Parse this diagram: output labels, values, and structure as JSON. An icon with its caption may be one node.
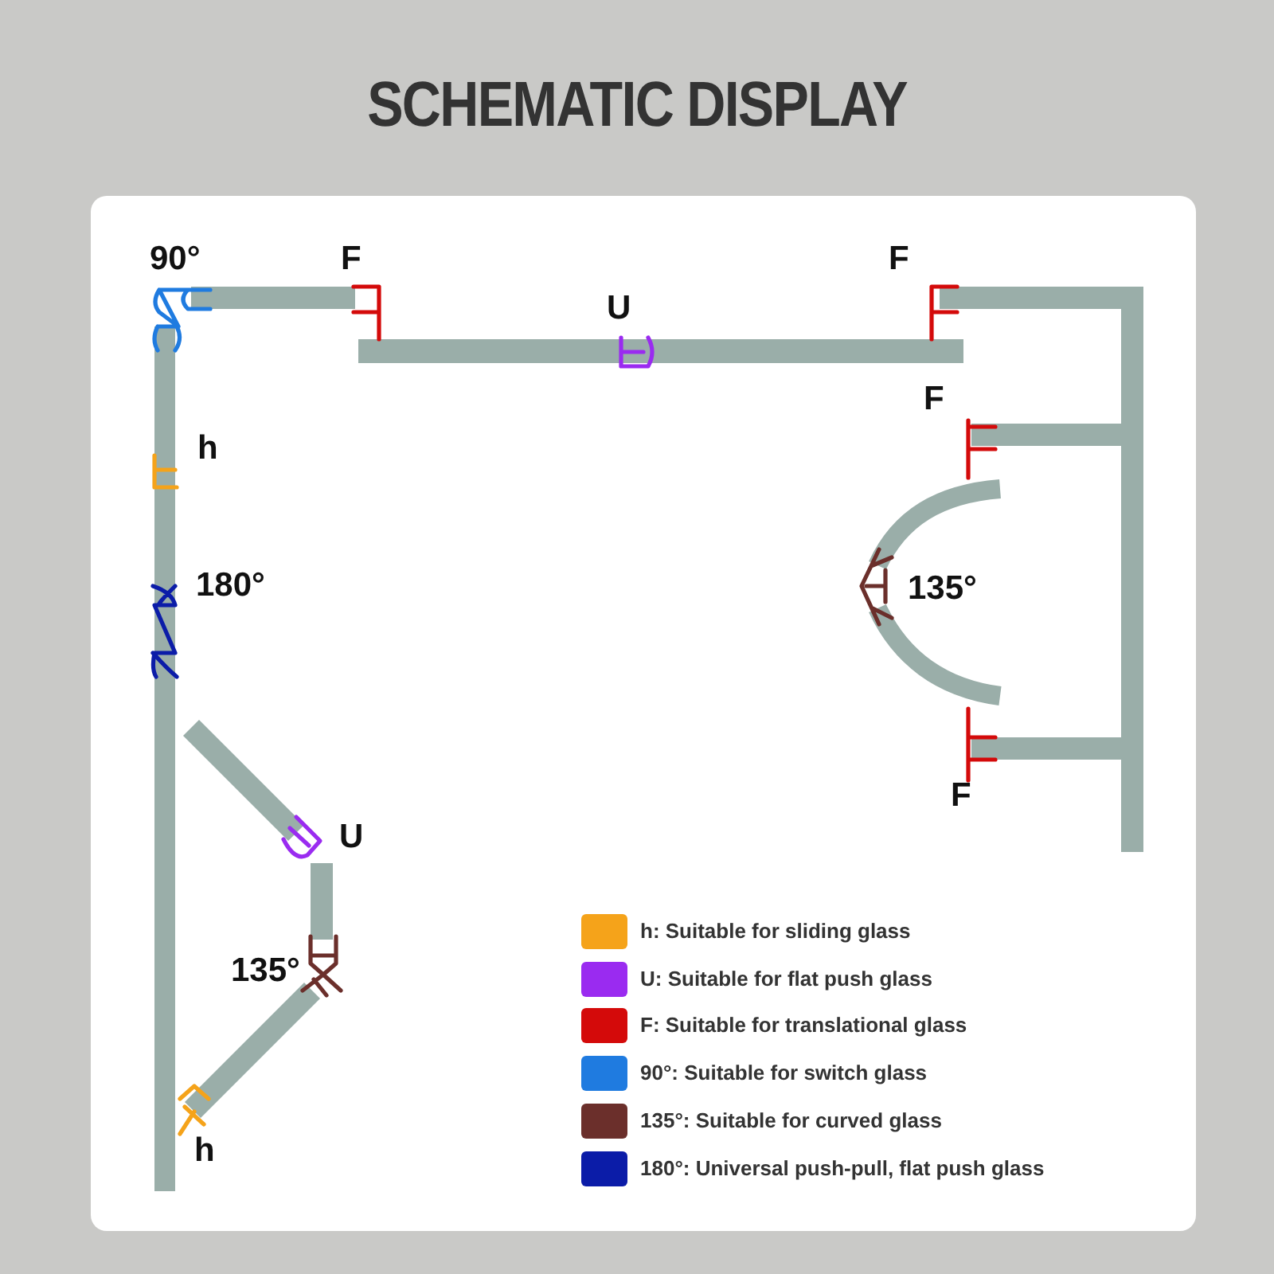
{
  "diagram": {
    "title": "SCHEMATIC DISPLAY",
    "labels": [
      "90°",
      "F",
      "F",
      "U",
      "F",
      "h",
      "180°",
      "135°",
      "F",
      "U",
      "135°",
      "h"
    ],
    "legend": [
      {
        "text": "h: Suitable for sliding glass",
        "color": "#f5a31a"
      },
      {
        "text": "U: Suitable for flat push glass",
        "color": "#9a2bf0"
      },
      {
        "text": "F: Suitable for translational glass",
        "color": "#d40a0a"
      },
      {
        "text": "90°: Suitable for switch glass",
        "color": "#1f7be0"
      },
      {
        "text": "135°: Suitable for curved glass",
        "color": "#6b2f2b"
      },
      {
        "text": "180°: Universal push-pull, flat push glass",
        "color": "#0b1ca8"
      }
    ]
  }
}
